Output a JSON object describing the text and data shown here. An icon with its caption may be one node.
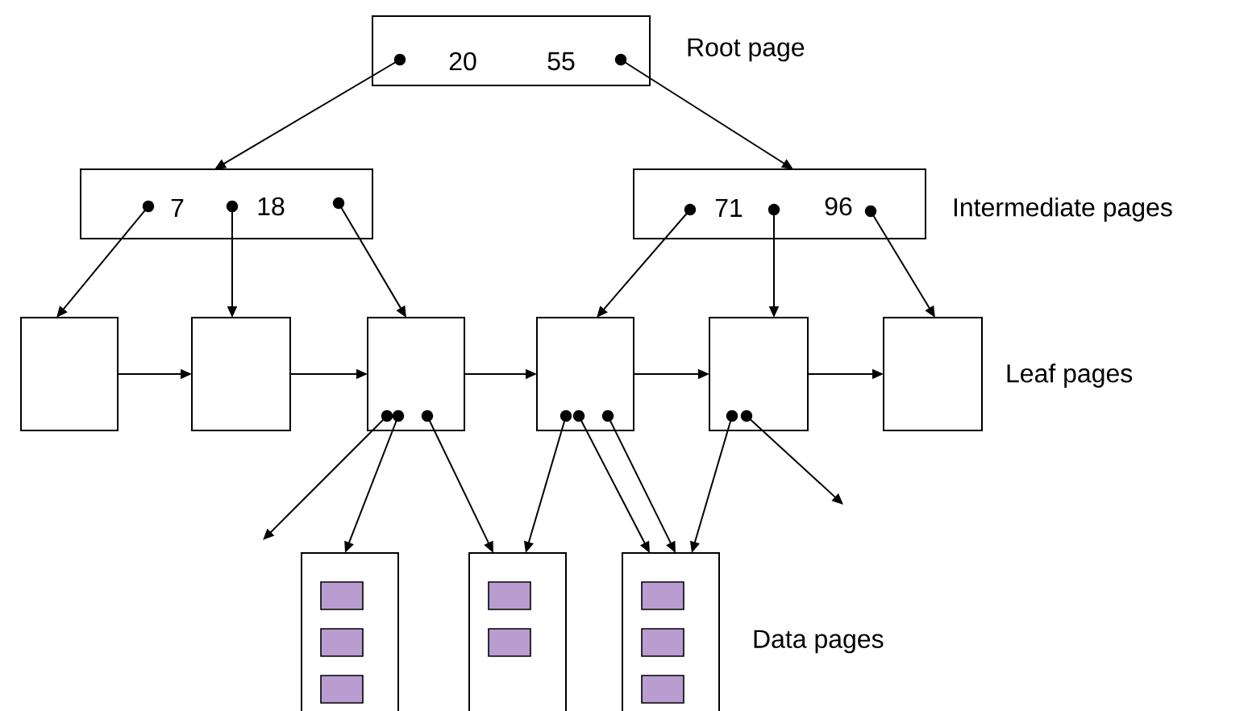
{
  "diagram": {
    "nodes": [
      {
        "text": [
          "20",
          "55"
        ]
      },
      {
        "text": [
          "7",
          "18"
        ]
      },
      {
        "text": [
          "71",
          "96"
        ]
      },
      {
        "text": [],
        "shape": "box"
      },
      {
        "text": [],
        "shape": "box"
      },
      {
        "text": [],
        "shape": "box"
      },
      {
        "text": [],
        "shape": "box"
      },
      {
        "text": [],
        "shape": "box"
      },
      {
        "text": [],
        "shape": "box"
      },
      {
        "text": [],
        "shape": "box"
      },
      {
        "text": [],
        "shape": "box"
      },
      {
        "text": [],
        "shape": "box"
      }
    ],
    "edges": [
      {
        "from": 0,
        "to": 1,
        "arrow": "to"
      },
      {
        "from": 0,
        "to": 2,
        "arrow": "to"
      },
      {
        "from": 1,
        "to": 3,
        "arrow": "to"
      },
      {
        "from": 1,
        "to": 4,
        "arrow": "to"
      },
      {
        "from": 1,
        "to": 5,
        "arrow": "to"
      },
      {
        "from": 2,
        "to": 6,
        "arrow": "to"
      },
      {
        "from": 2,
        "to": 7,
        "arrow": "to"
      },
      {
        "from": 2,
        "to": 8,
        "arrow": "to"
      },
      {
        "from": 3,
        "to": 4,
        "arrow": "to"
      },
      {
        "from": 4,
        "to": 5,
        "arrow": "to"
      },
      {
        "from": 5,
        "to": 6,
        "arrow": "to"
      },
      {
        "from": 6,
        "to": 7,
        "arrow": "to"
      },
      {
        "from": 7,
        "to": 8,
        "arrow": "to"
      },
      {
        "from": 5,
        "to": null,
        "arrow": "to"
      },
      {
        "from": 5,
        "to": 9,
        "arrow": "to"
      },
      {
        "from": 5,
        "to": 10,
        "arrow": "to"
      },
      {
        "from": 6,
        "to": 10,
        "arrow": "to"
      },
      {
        "from": 6,
        "to": 11,
        "arrow": "to"
      },
      {
        "from": 6,
        "to": 11,
        "arrow": "to"
      },
      {
        "from": 7,
        "to": 11,
        "arrow": "to"
      },
      {
        "from": 7,
        "to": null,
        "arrow": "to"
      }
    ],
    "labels": [
      "Root page",
      "Intermediate pages",
      "Leaf pages",
      "Data pages"
    ]
  }
}
